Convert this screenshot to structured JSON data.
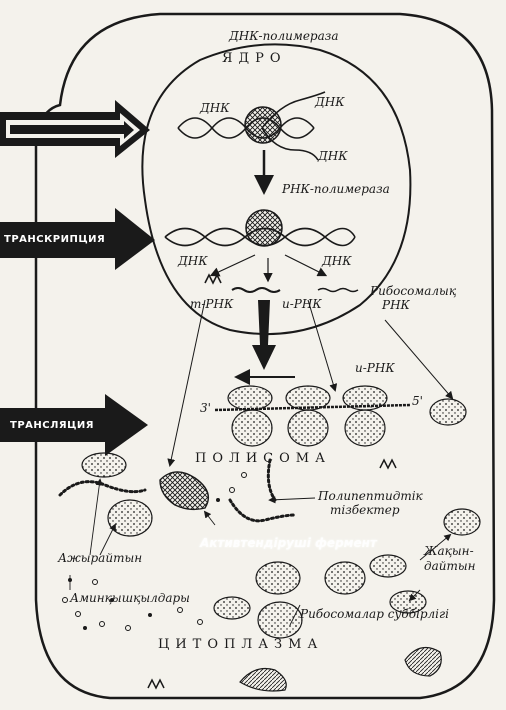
{
  "nucleus": {
    "title": "ЯДРО"
  },
  "dna_polymerase": "ДНК-полимераза",
  "rna_polymerase": "РНК-полимераза",
  "dna": {
    "left_top": "ДНК",
    "right_top": "ДНК",
    "right_lower": "ДНК",
    "left_mid": "ДНК",
    "right_mid": "ДНК"
  },
  "arrows": {
    "transcription": "ТРАНСКРИПЦИЯ",
    "translation": "ТРАНСЛЯЦИЯ"
  },
  "rna": {
    "t_rna": "т-РНК",
    "i_rna": "и-РНК",
    "ribosomal_line1": "Рибосомалық",
    "ribosomal_line2": "РНК",
    "i_rna_top": "и-РНК"
  },
  "polysome": {
    "label": "ПОЛИСОМА",
    "end3": "3'",
    "end5": "5'"
  },
  "polypeptide": {
    "line1": "Полипептидтік",
    "line2": "тізбектер"
  },
  "watermark": "Активтендіруші фермент",
  "cytoplasm": "ЦИТОПЛАЗМА",
  "left_labels": {
    "splitting": "Ажырайтын",
    "amino_acids": "Аминқышқылдары"
  },
  "right_labels": {
    "line1": "Жақын-",
    "line2": "дайтын"
  },
  "subunits": "Рибосомалар суббірлігі",
  "colors": {
    "ink": "#1a1a1a",
    "paper": "#f4f2ec"
  }
}
